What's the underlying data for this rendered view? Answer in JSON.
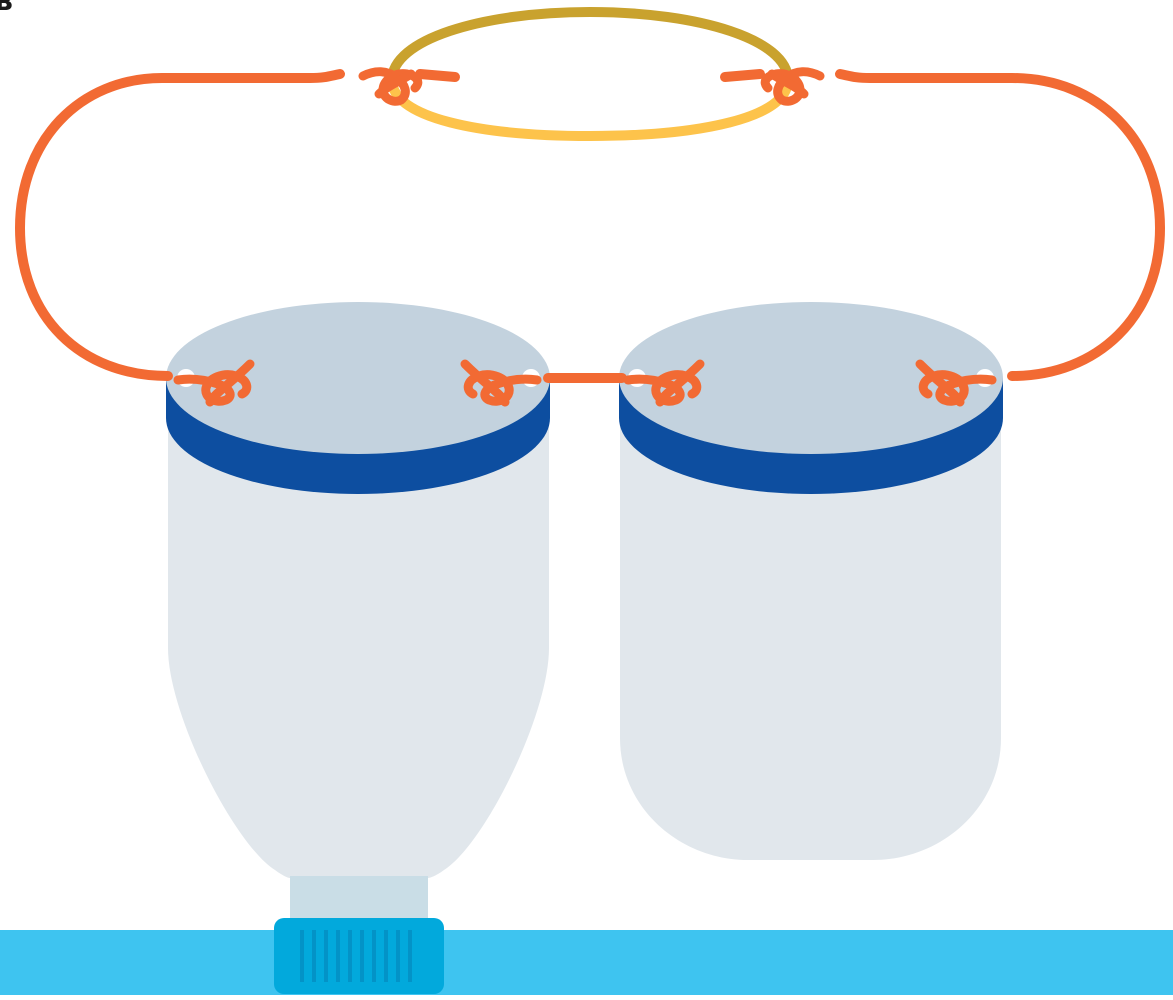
{
  "figure": {
    "corner_label": "в"
  },
  "palette": {
    "rope": "#F26A33",
    "ring_back": "#C9A22E",
    "ring_front": "#FDC34B",
    "lid_top": "#C3D2DE",
    "lid_band": "#0D4EA0",
    "bottle_body": "#E1E7EC",
    "bottle_neck": "#C9DDE6",
    "cap": "#02A9DC",
    "cap_ridges": "#0393C7",
    "floor": "#3EC4F0",
    "hole": "#FFFFFF"
  },
  "icons": {
    "bottle_left": "bottle-upside-down",
    "bottle_right": "bottle-cut-bottom",
    "knot": "rope-knot",
    "ring": "metal-ring"
  }
}
